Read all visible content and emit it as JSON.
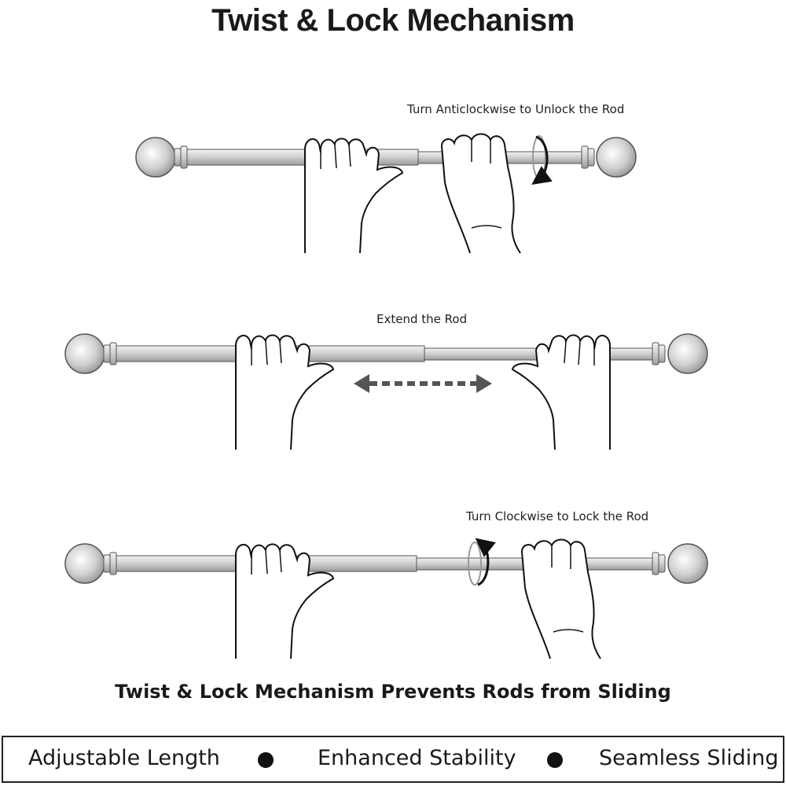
{
  "title": "Twist & Lock Mechanism",
  "steps": [
    {
      "label": "Turn Anticlockwise to Unlock the Rod"
    },
    {
      "label": "Extend the Rod"
    },
    {
      "label": "Turn Clockwise to Lock the Rod"
    }
  ],
  "footer": "Twist & Lock Mechanism Prevents Rods from Sliding",
  "features": [
    "Adjustable Length",
    "Enhanced Stability",
    "Seamless Sliding"
  ],
  "colors": {
    "rod": "#d6d6d6",
    "outline": "#555555",
    "arrow": "#555555",
    "text": "#1a1a1a"
  }
}
